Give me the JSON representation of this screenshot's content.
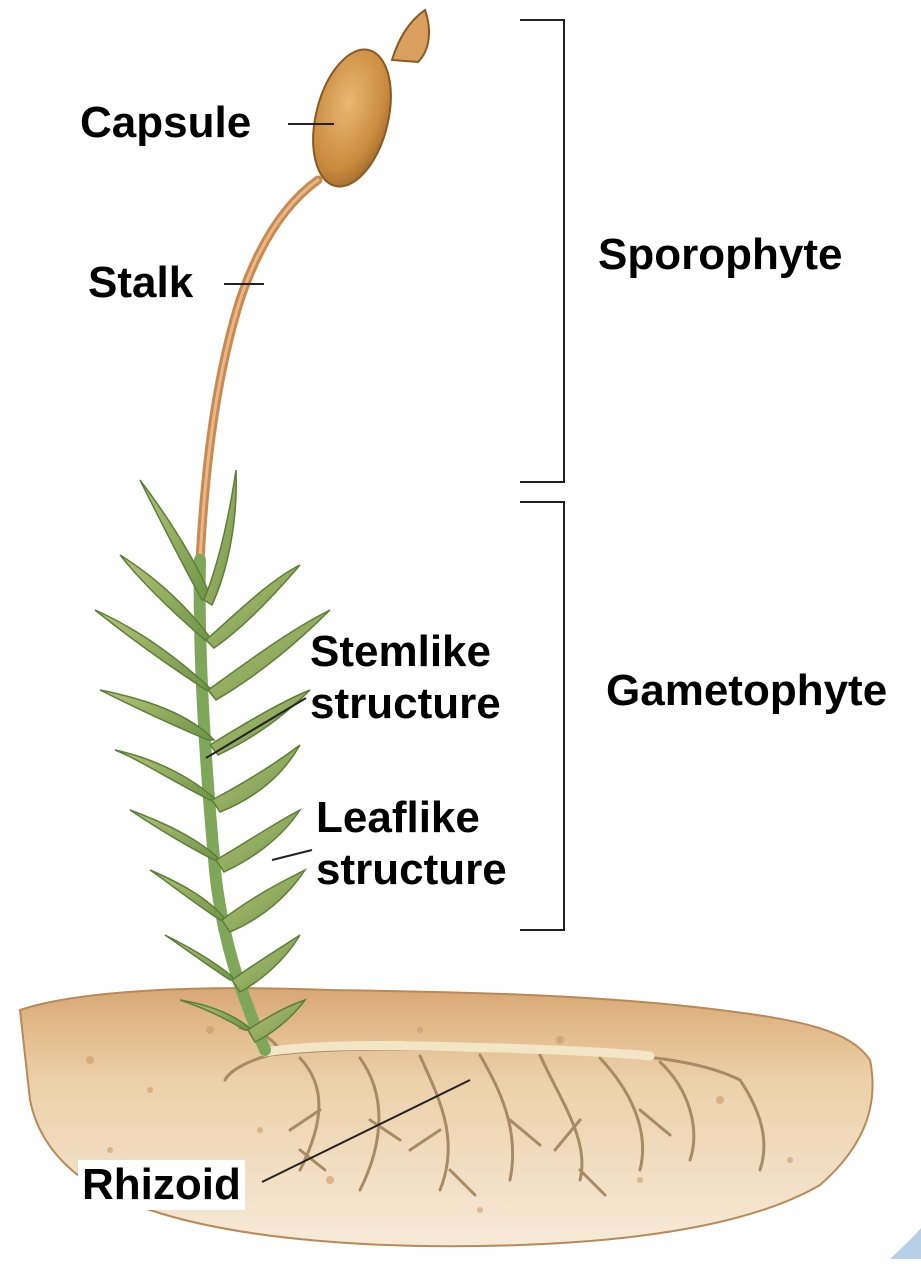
{
  "labels": {
    "capsule": "Capsule",
    "stalk": "Stalk",
    "stemlike_line1": "Stemlike",
    "stemlike_line2": "structure",
    "leaflike_line1": "Leaflike",
    "leaflike_line2": "structure",
    "rhizoid": "Rhizoid"
  },
  "groups": {
    "sporophyte": "Sporophyte",
    "gametophyte": "Gametophyte"
  },
  "colors": {
    "capsule": "#c98a3e",
    "stalk": "#c98a52",
    "leaf": "#8fae58",
    "soil": "#e6c59a",
    "rhizoid": "#f2e6c6",
    "leader_line": "#222222"
  }
}
